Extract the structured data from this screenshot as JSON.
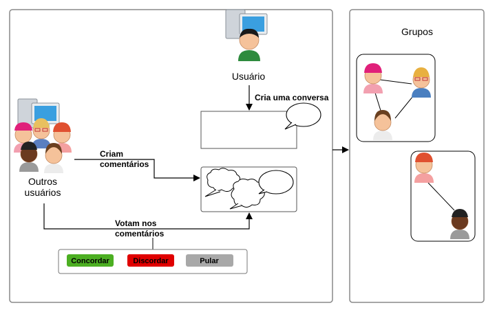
{
  "main_panel": {
    "user_label": "Usuário",
    "others_label": [
      "Outros",
      "usuários"
    ],
    "create_label": "Cria uma conversa",
    "comment_label": [
      "Criam",
      "comentários"
    ],
    "vote_label": [
      "Votam nos",
      "comentários"
    ],
    "vote_buttons": [
      {
        "label": "Concordar",
        "color": "#4caf22"
      },
      {
        "label": "Discordar",
        "color": "#e00000"
      },
      {
        "label": "Pular",
        "color": "#a8a8a8"
      }
    ]
  },
  "groups_panel": {
    "title": "Grupos"
  },
  "colors": {
    "panel_border": "#888888",
    "line": "#000000"
  }
}
